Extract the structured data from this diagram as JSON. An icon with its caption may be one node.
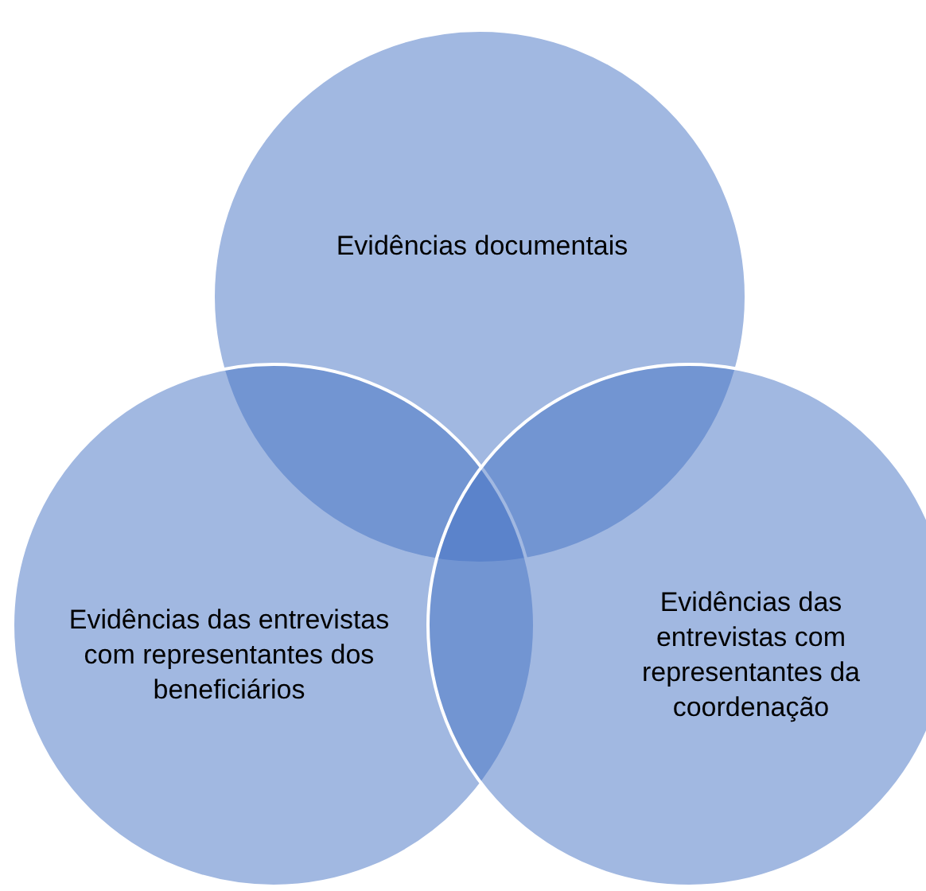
{
  "diagram": {
    "nodes": [
      {
        "text": [
          "Evidências documentais"
        ]
      },
      {
        "text": [
          "Evidências das entrevistas com representantes dos beneficiários"
        ]
      },
      {
        "text": [
          "Evidências das entrevistas com representantes da coordenação"
        ]
      }
    ]
  }
}
